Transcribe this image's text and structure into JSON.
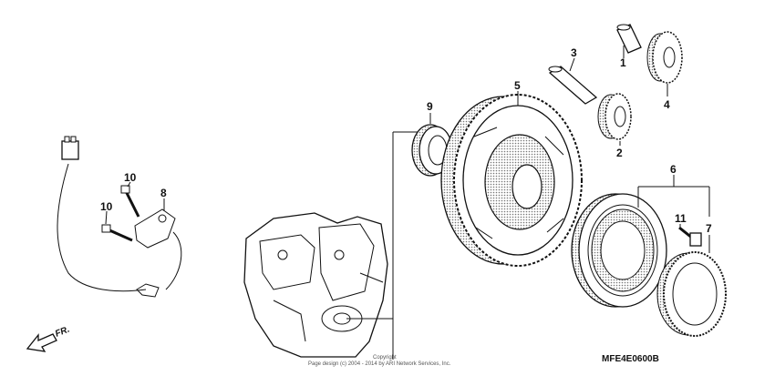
{
  "diagram": {
    "callouts": [
      "1",
      "2",
      "3",
      "4",
      "5",
      "6",
      "7",
      "8",
      "9",
      "10",
      "10",
      "11"
    ],
    "direction_label": "FR.",
    "drawing_code": "MFE4E0600B",
    "copyright_line1": "Copyright",
    "copyright_line2": "Page design (c) 2004 - 2014 by ARI Network Services, Inc."
  }
}
